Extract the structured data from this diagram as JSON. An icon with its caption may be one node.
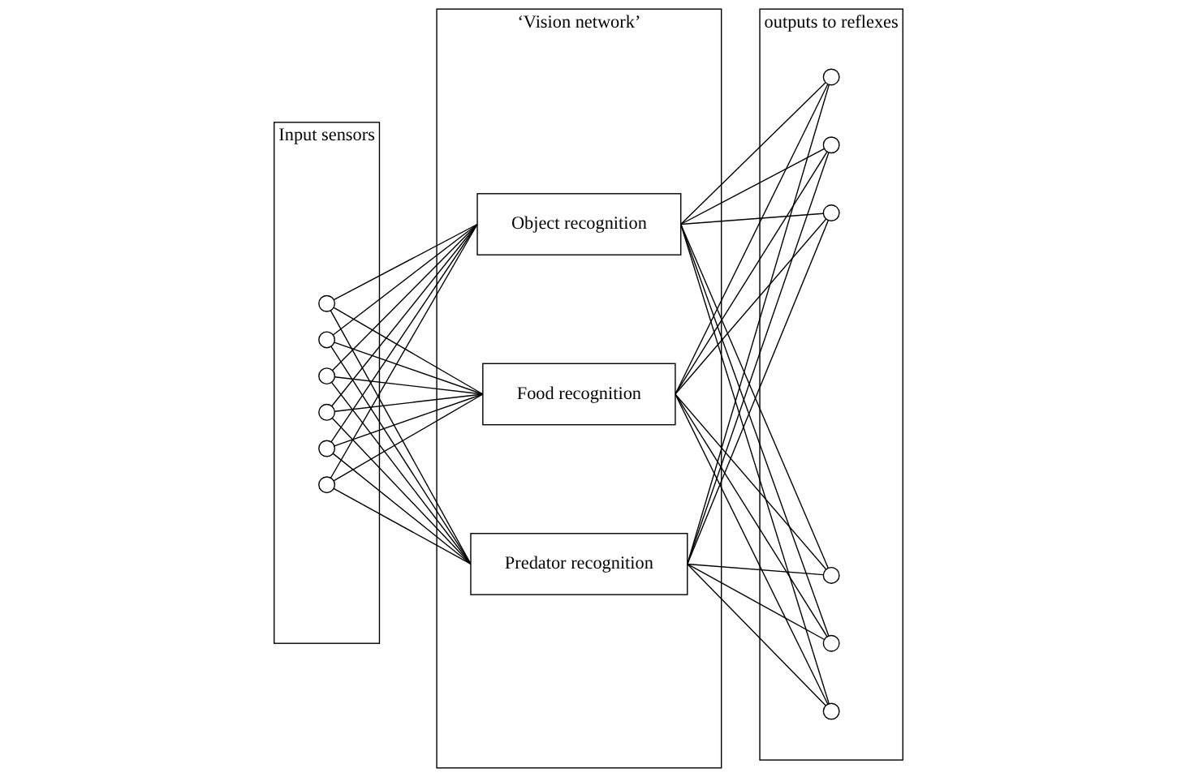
{
  "diagram": {
    "nodes": [
      {
        "text": [
          "Input sensors"
        ]
      },
      {
        "text": [],
        "shape": "point",
        "in": 0
      },
      {
        "text": [],
        "shape": "point",
        "in": 0
      },
      {
        "text": [],
        "shape": "point",
        "in": 0
      },
      {
        "text": [],
        "shape": "point",
        "in": 0
      },
      {
        "text": [],
        "shape": "point",
        "in": 0
      },
      {
        "text": [],
        "shape": "point",
        "in": 0
      },
      {
        "text": [
          "‘Vision network’"
        ]
      },
      {
        "text": [
          "Object recognition"
        ],
        "in": 7
      },
      {
        "text": [
          "Food recognition"
        ],
        "in": 7
      },
      {
        "text": [
          "Predator recognition"
        ],
        "in": 7
      },
      {
        "text": [
          "outputs to reflexes"
        ]
      },
      {
        "text": [],
        "shape": "point",
        "in": 11
      },
      {
        "text": [],
        "shape": "point",
        "in": 11
      },
      {
        "text": [],
        "shape": "point",
        "in": 11
      },
      {
        "text": [],
        "shape": "point",
        "in": 11
      },
      {
        "text": [],
        "shape": "point",
        "in": 11
      },
      {
        "text": [],
        "shape": "point",
        "in": 11
      }
    ],
    "edges": [
      {
        "from": 1,
        "to": 8,
        "arrow": "none"
      },
      {
        "from": 1,
        "to": 9,
        "arrow": "none"
      },
      {
        "from": 1,
        "to": 10,
        "arrow": "none"
      },
      {
        "from": 2,
        "to": 8,
        "arrow": "none"
      },
      {
        "from": 2,
        "to": 9,
        "arrow": "none"
      },
      {
        "from": 2,
        "to": 10,
        "arrow": "none"
      },
      {
        "from": 3,
        "to": 8,
        "arrow": "none"
      },
      {
        "from": 3,
        "to": 9,
        "arrow": "none"
      },
      {
        "from": 3,
        "to": 10,
        "arrow": "none"
      },
      {
        "from": 4,
        "to": 8,
        "arrow": "none"
      },
      {
        "from": 4,
        "to": 9,
        "arrow": "none"
      },
      {
        "from": 4,
        "to": 10,
        "arrow": "none"
      },
      {
        "from": 5,
        "to": 8,
        "arrow": "none"
      },
      {
        "from": 5,
        "to": 9,
        "arrow": "none"
      },
      {
        "from": 5,
        "to": 10,
        "arrow": "none"
      },
      {
        "from": 6,
        "to": 8,
        "arrow": "none"
      },
      {
        "from": 6,
        "to": 9,
        "arrow": "none"
      },
      {
        "from": 6,
        "to": 10,
        "arrow": "none"
      },
      {
        "from": 8,
        "to": 12,
        "arrow": "none"
      },
      {
        "from": 8,
        "to": 13,
        "arrow": "none"
      },
      {
        "from": 8,
        "to": 14,
        "arrow": "none"
      },
      {
        "from": 8,
        "to": 15,
        "arrow": "none"
      },
      {
        "from": 8,
        "to": 16,
        "arrow": "none"
      },
      {
        "from": 8,
        "to": 17,
        "arrow": "none"
      },
      {
        "from": 9,
        "to": 12,
        "arrow": "none"
      },
      {
        "from": 9,
        "to": 13,
        "arrow": "none"
      },
      {
        "from": 9,
        "to": 14,
        "arrow": "none"
      },
      {
        "from": 9,
        "to": 15,
        "arrow": "none"
      },
      {
        "from": 9,
        "to": 16,
        "arrow": "none"
      },
      {
        "from": 9,
        "to": 17,
        "arrow": "none"
      },
      {
        "from": 10,
        "to": 12,
        "arrow": "none"
      },
      {
        "from": 10,
        "to": 13,
        "arrow": "none"
      },
      {
        "from": 10,
        "to": 14,
        "arrow": "none"
      },
      {
        "from": 10,
        "to": 15,
        "arrow": "none"
      },
      {
        "from": 10,
        "to": 16,
        "arrow": "none"
      },
      {
        "from": 10,
        "to": 17,
        "arrow": "none"
      }
    ]
  }
}
